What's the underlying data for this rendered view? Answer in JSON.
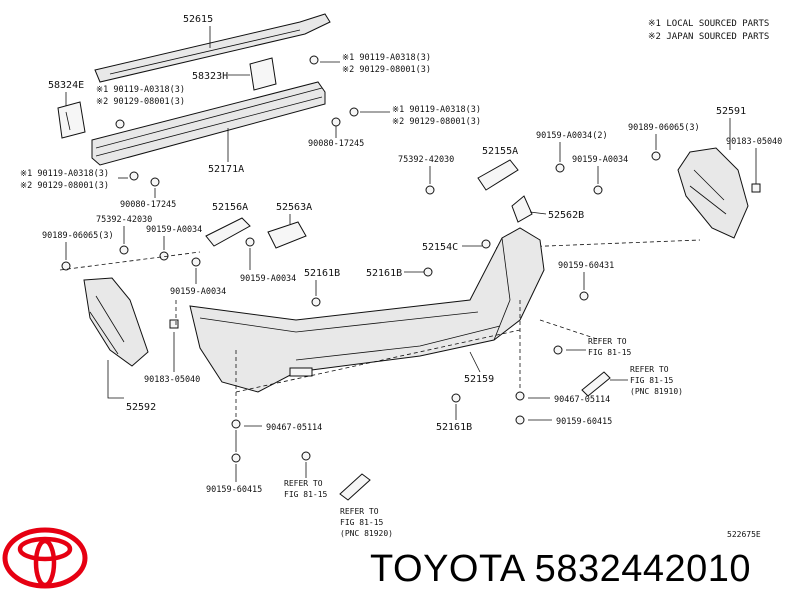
{
  "legend": {
    "local": "※1 LOCAL SOURCED PARTS",
    "japan": "※2 JAPAN SOURCED PARTS"
  },
  "parts": {
    "p52615": "52615",
    "p58324E": "58324E",
    "p58323H": "58323H",
    "p52171A": "52171A",
    "p52155A": "52155A",
    "p52591": "52591",
    "p52562B": "52562B",
    "p52156A": "52156A",
    "p52563A": "52563A",
    "p52154C": "52154C",
    "p52161B_a": "52161B",
    "p52161B_b": "52161B",
    "p52161B_c": "52161B",
    "p52159": "52159",
    "p52592": "52592"
  },
  "fasteners": {
    "f1a": "※1  90119-A0318(3)",
    "f1b": "※2  90129-08001(3)",
    "f2a": "※1  90119-A0318(3)",
    "f2b": "※2  90129-08001(3)",
    "f3a": "※1  90119-A0318(3)",
    "f3b": "※2  90129-08001(3)",
    "f4a": "※1  90119-A0318(3)",
    "f4b": "※2  90129-08001(3)",
    "f5": "90080-17245",
    "f6": "90080-17245",
    "f7": "75392-42030",
    "f8": "90159-A0034(2)",
    "f9": "90159-A0034",
    "f10": "90189-06065(3)",
    "f11": "90183-05040",
    "f12": "75392-42030",
    "f13": "90189-06065(3)",
    "f14": "90159-A0034",
    "f15": "90159-A0034",
    "f16": "90159-A0034",
    "f17": "90159-60431",
    "f18": "90183-05040",
    "f19": "90467-05114",
    "f20": "90159-60415",
    "f21": "90467-05114",
    "f22": "90159-60415"
  },
  "refs": {
    "r1a": "REFER TO",
    "r1b": "FIG 81-15",
    "r2a": "REFER TO",
    "r2b": "FIG 81-15",
    "r2c": "(PNC 81910)",
    "r3a": "REFER TO",
    "r3b": "FIG 81-15",
    "r4a": "REFER TO",
    "r4b": "FIG 81-15",
    "r4c": "(PNC 81920)"
  },
  "diagram_code": "522675E",
  "brand_caption": "TOYOTA 5832442010",
  "colors": {
    "logo_red": "#e60012",
    "ink": "#111111"
  }
}
